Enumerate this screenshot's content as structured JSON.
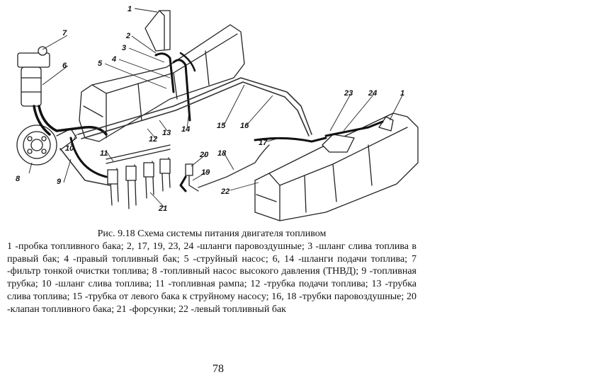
{
  "diagram": {
    "labels": [
      "1",
      "2",
      "3",
      "4",
      "5",
      "6",
      "7",
      "8",
      "9",
      "10",
      "11",
      "12",
      "13",
      "14",
      "15",
      "16",
      "17",
      "18",
      "19",
      "20",
      "21",
      "22",
      "23",
      "24",
      "1"
    ]
  },
  "caption": {
    "title": "Рис. 9.18 Схема системы питания двигателя топливом",
    "legend": "1 -пробка топливного бака; 2, 17, 19, 23, 24 -шланги паровоздушные; 3 -шланг слива топлива в правый бак; 4 -правый топливный бак; 5 -струйный насос; 6, 14 -шланги подачи топлива; 7 -фильтр тонкой очистки топлива; 8 -топливный насос высокого давления (ТНВД); 9 -топливная трубка; 10 -шланг слива топлива; 11 -топливная рампа; 12 -трубка подачи топлива; 13 -трубка слива топлива; 15 -трубка от левого бака к струйному насосу; 16, 18 -трубки паровоздушные; 20 -клапан топливного бака; 21 -форсунки; 22 -левый топливный бак"
  },
  "page_number": "78"
}
